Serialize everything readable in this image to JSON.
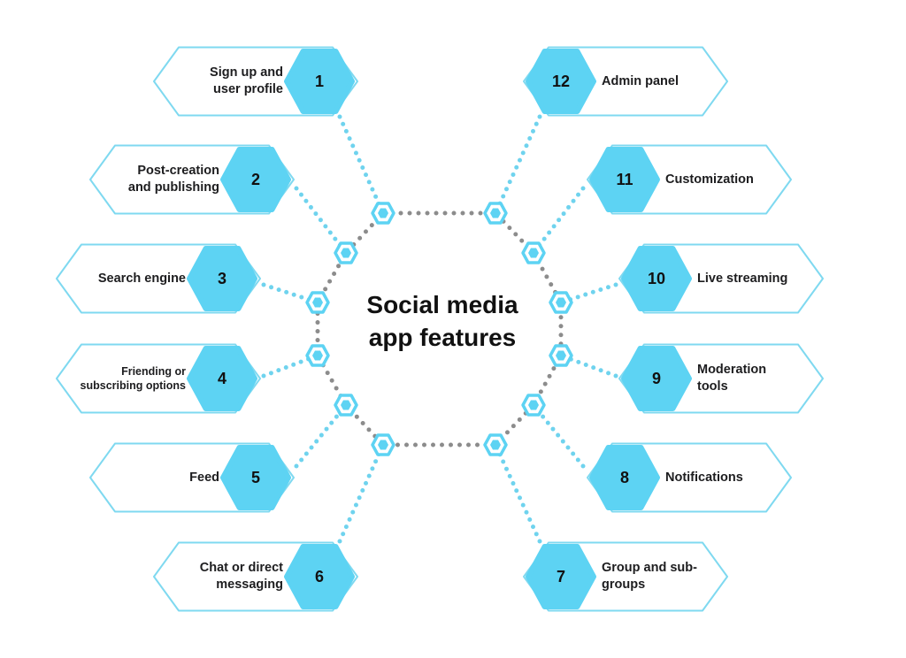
{
  "title_line1": "Social media",
  "title_line2": "app features",
  "colors": {
    "badge": "#5dd3f3",
    "outline": "#7fd9f0",
    "connector": "#6fd3ee",
    "ring": "#8c8c8c"
  },
  "features": [
    {
      "number": "1",
      "label": "Sign up and\nuser profile"
    },
    {
      "number": "2",
      "label": "Post-creation\nand publishing"
    },
    {
      "number": "3",
      "label": "Search engine"
    },
    {
      "number": "4",
      "label": "Friending or\nsubscribing options"
    },
    {
      "number": "5",
      "label": "Feed"
    },
    {
      "number": "6",
      "label": "Chat or direct\nmessaging"
    },
    {
      "number": "7",
      "label": "Group and sub-\ngroups"
    },
    {
      "number": "8",
      "label": "Notifications"
    },
    {
      "number": "9",
      "label": "Moderation\ntools"
    },
    {
      "number": "10",
      "label": "Live streaming"
    },
    {
      "number": "11",
      "label": "Customization"
    },
    {
      "number": "12",
      "label": "Admin panel"
    }
  ]
}
